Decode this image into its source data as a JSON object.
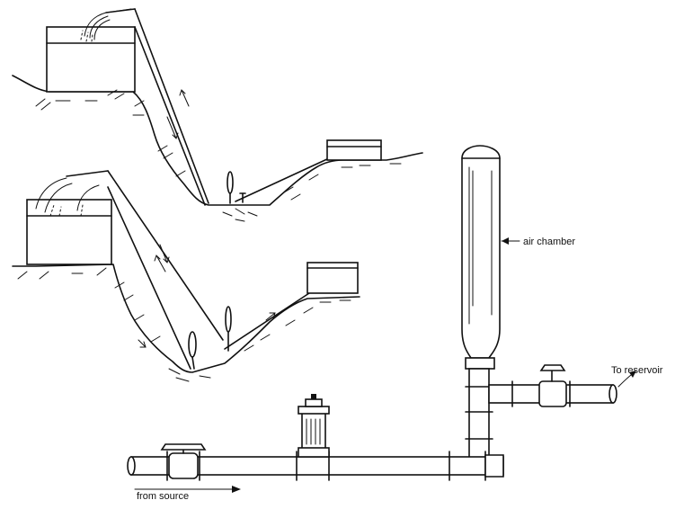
{
  "labels": {
    "air_chamber": "air chamber",
    "to_reservoir": "To reservoir",
    "from_source": "from source"
  }
}
